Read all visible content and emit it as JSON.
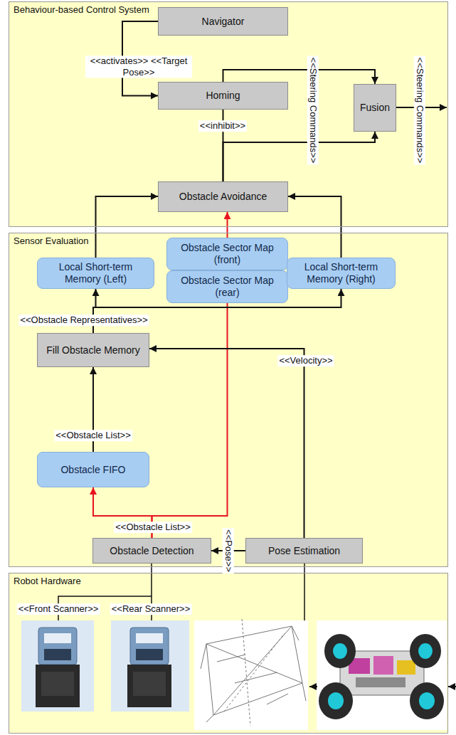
{
  "diagram": {
    "nodes": [
      {
        "text": [
          "Behaviour-based Control System"
        ]
      },
      {
        "text": [
          "Navigator"
        ],
        "in": 0
      },
      {
        "text": [
          "Homing"
        ],
        "in": 0
      },
      {
        "text": [
          "Fusion"
        ],
        "in": 0
      },
      {
        "text": [
          "Obstacle Avoidance"
        ],
        "in": 0
      },
      {
        "text": [
          "Sensor Evaluation"
        ]
      },
      {
        "text": [
          "Local Short-term Memory (Left)"
        ],
        "in": 5
      },
      {
        "text": [
          "Obstacle Sector Map (front)"
        ],
        "in": 5
      },
      {
        "text": [
          "Obstacle Sector Map (rear)"
        ],
        "in": 5
      },
      {
        "text": [
          "Local Short-term Memory (Right)"
        ],
        "in": 5
      },
      {
        "text": [
          "Fill Obstacle Memory"
        ],
        "in": 5
      },
      {
        "text": [
          "Obstacle FIFO"
        ],
        "in": 5
      },
      {
        "text": [
          "Obstacle Detection"
        ],
        "in": 5
      },
      {
        "text": [
          "Pose Estimation"
        ],
        "in": 5
      },
      {
        "text": [
          "Robot Hardware"
        ]
      }
    ],
    "edges": [
      {
        "from": 1,
        "to": 2,
        "arrow": "to",
        "label": "<<activates>> <<Target Pose>>"
      },
      {
        "from": 2,
        "to": 3,
        "arrow": "to",
        "label": "<<Steering Commands>>"
      },
      {
        "from": 4,
        "to": 2,
        "arrow": "none",
        "label": "<<inhibit>>"
      },
      {
        "from": 4,
        "to": 3,
        "arrow": "to"
      },
      {
        "from": 6,
        "to": 4,
        "arrow": "to"
      },
      {
        "from": 9,
        "to": 4,
        "arrow": "to"
      },
      {
        "from": 7,
        "to": 4,
        "arrow": "to"
      },
      {
        "from": 12,
        "to": 11,
        "arrow": "to",
        "label": "<<Obstacle List>>"
      },
      {
        "from": 12,
        "to": 8,
        "arrow": "none"
      },
      {
        "from": 11,
        "to": 10,
        "arrow": "to",
        "label": "<<Obstacle List>>"
      },
      {
        "from": 10,
        "to": 6,
        "arrow": "to",
        "label": "<<Obstacle Representatives>>"
      },
      {
        "from": 10,
        "to": 9,
        "arrow": "to"
      },
      {
        "from": 13,
        "to": 10,
        "arrow": "to",
        "label": "<<Velocity>>"
      },
      {
        "from": 13,
        "to": 12,
        "arrow": "to",
        "label": "<<Pose>>"
      }
    ],
    "labels": [
      "<<Steering Commands>>",
      "<<Front Scanner>>",
      "<<Rear Scanner>>"
    ]
  }
}
